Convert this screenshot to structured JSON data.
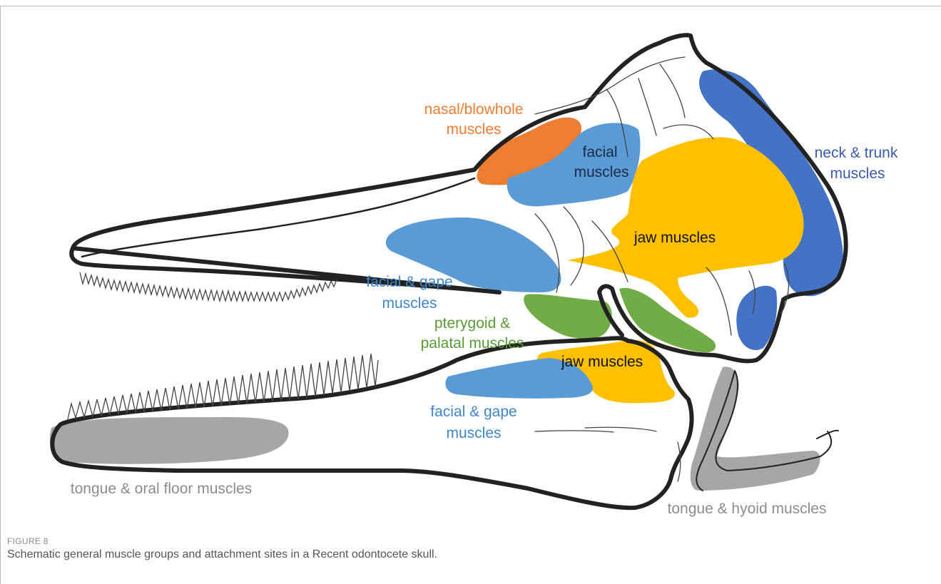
{
  "figure": {
    "label": "FIGURE 8",
    "caption": "Schematic general muscle groups and attachment sites in a Recent odontocete skull."
  },
  "colors": {
    "outline": "#222222",
    "orange": "#ED7D31",
    "light_blue": "#5B9BD5",
    "dark_blue": "#4472C4",
    "yellow": "#FFC000",
    "green": "#70AD47",
    "gray": "#A6A6A6"
  },
  "labels": {
    "nasal_line1": "nasal/blowhole",
    "nasal_line2": "muscles",
    "facial_line1": "facial",
    "facial_line2": "muscles",
    "neck_line1": "neck & trunk",
    "neck_line2": "muscles",
    "jaw_upper": "jaw muscles",
    "facial_gape_upper_line1": "facial & gape",
    "facial_gape_upper_line2": "muscles",
    "pterygoid_line1": "pterygoid &",
    "pterygoid_line2": "palatal muscles",
    "jaw_lower": "jaw muscles",
    "facial_gape_lower_line1": "facial & gape",
    "facial_gape_lower_line2": "muscles",
    "tongue_oral": "tongue & oral floor muscles",
    "tongue_hyoid": "tongue & hyoid muscles"
  }
}
